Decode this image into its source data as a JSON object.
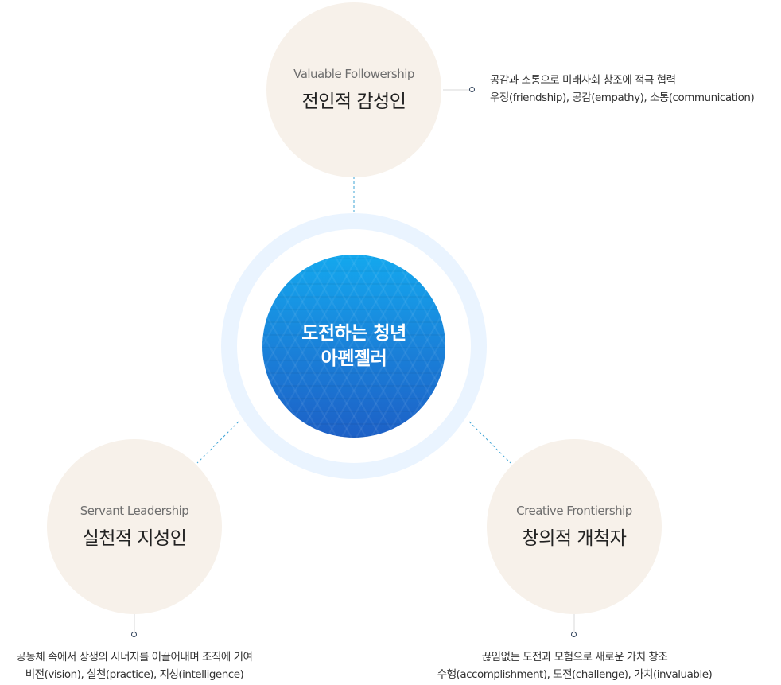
{
  "center": {
    "line1": "도전하는 청년",
    "line2": "아펜젤러"
  },
  "top": {
    "en": "Valuable Followership",
    "ko": "전인적 감성인",
    "desc1": "공감과 소통으로 미래사회 창조에 적극 협력",
    "desc2": "우정(friendship), 공감(empathy), 소통(communication)"
  },
  "left": {
    "en": "Servant Leadership",
    "ko": "실천적 지성인",
    "desc1": "공동체 속에서 상생의 시너지를 이끌어내며 조직에 기여",
    "desc2": "비전(vision), 실천(practice), 지성(intelligence)"
  },
  "right": {
    "en": "Creative Frontiership",
    "ko": "창의적 개척자",
    "desc1": "끊임없는 도전과 모험으로 새로운 가치 창조",
    "desc2": "수행(accomplishment), 도전(challenge), 가치(invaluable)"
  },
  "colors": {
    "bubble": "#f7f1ea",
    "ring": "#eaf4ff",
    "core_top": "#14a8ee",
    "core_bottom": "#1d60c6",
    "connector": "#3fa4d6"
  }
}
